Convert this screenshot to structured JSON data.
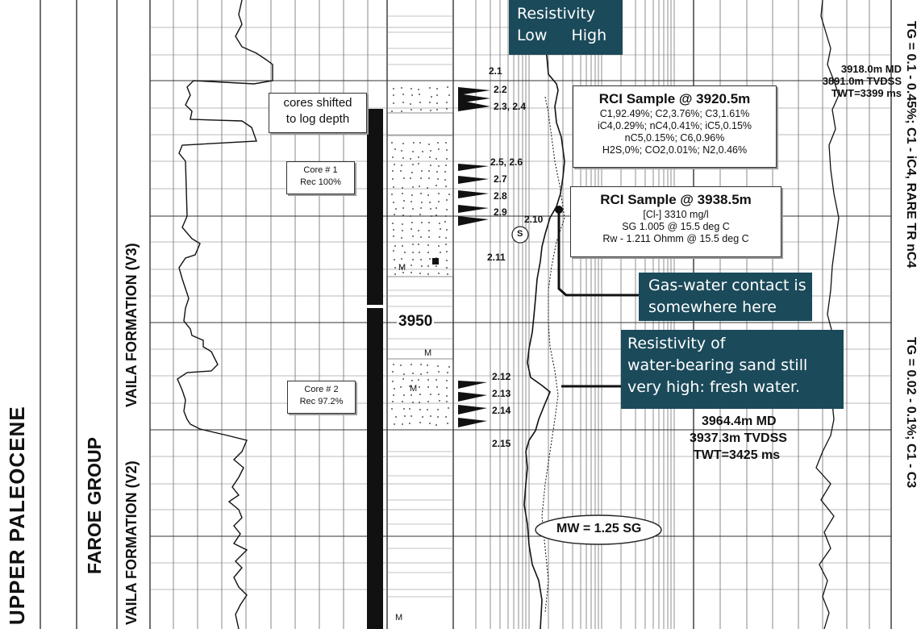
{
  "left_column": {
    "title_partial": "UPPER PALEOCENE",
    "group": "FAROE GROUP",
    "formation_v3": "VAILA FORMATION (V3)",
    "formation_v2": "VAILA FORMATION (V2)"
  },
  "cores": {
    "shift_note_line1": "cores shifted",
    "shift_note_line2": "to log depth",
    "core1_line1": "Core # 1",
    "core1_line2": "Rec 100%",
    "core2_line1": "Core # 2",
    "core2_line2": "Rec 97.2%"
  },
  "depth_marker": "3950",
  "lith_symbol": "M",
  "points": {
    "p2_1": "2.1",
    "p2_2": "2.2",
    "p2_3": "2.3, 2.4",
    "p2_5": "2.5, 2.6",
    "p2_7": "2.7",
    "p2_8": "2.8",
    "p2_9": "2.9",
    "p2_10": "2.10",
    "p2_11": "2.11",
    "p2_12": "2.12",
    "p2_13": "2.13",
    "p2_14": "2.14",
    "p2_15": "2.15",
    "s_marker": "S"
  },
  "resistivity_header": {
    "title": "Resistivity",
    "low": "Low",
    "high": "High"
  },
  "rci1": {
    "title": "RCI Sample @ 3920.5m",
    "line1": "C1,92.49%; C2,3.76%; C3,1.61%",
    "line2": "iC4,0.29%; nC4,0.41%; iC5,0.15%",
    "line3": "nC5,0.15%; C6,0.96%",
    "line4": "H2S,0%; CO2,0.01%; N2,0.46%"
  },
  "rci2": {
    "title": "RCI Sample @ 3938.5m",
    "line1": "[Cl-] 3310 mg/l",
    "line2": "SG 1.005 @ 15.5 deg C",
    "line3": "Rw - 1.211 Ohmm @ 15.5 deg C"
  },
  "callouts": {
    "gas_water_line1": "Gas-water contact is",
    "gas_water_line2": "somewhere here",
    "fresh_line1": "Resistivity of",
    "fresh_line2": "water-bearing sand still",
    "fresh_line3": "very high: fresh water."
  },
  "top_depth": {
    "md": "3918.0m MD",
    "tvdss": "3891.0m TVDSS",
    "twt": "TWT=3399 ms"
  },
  "bottom_depth": {
    "md": "3964.4m MD",
    "tvdss": "3937.3m TVDSS",
    "twt": "TWT=3425 ms"
  },
  "mud_weight": "MW = 1.25 SG",
  "right_column": {
    "upper": "TG = 0.1 - 0.45%; C1 - iC4, RARE TR nC4",
    "lower": "TG = 0.02 - 0.1%; C1 - C3"
  },
  "colors": {
    "callout_bg": "#1b4a5a",
    "ink": "#111111"
  }
}
